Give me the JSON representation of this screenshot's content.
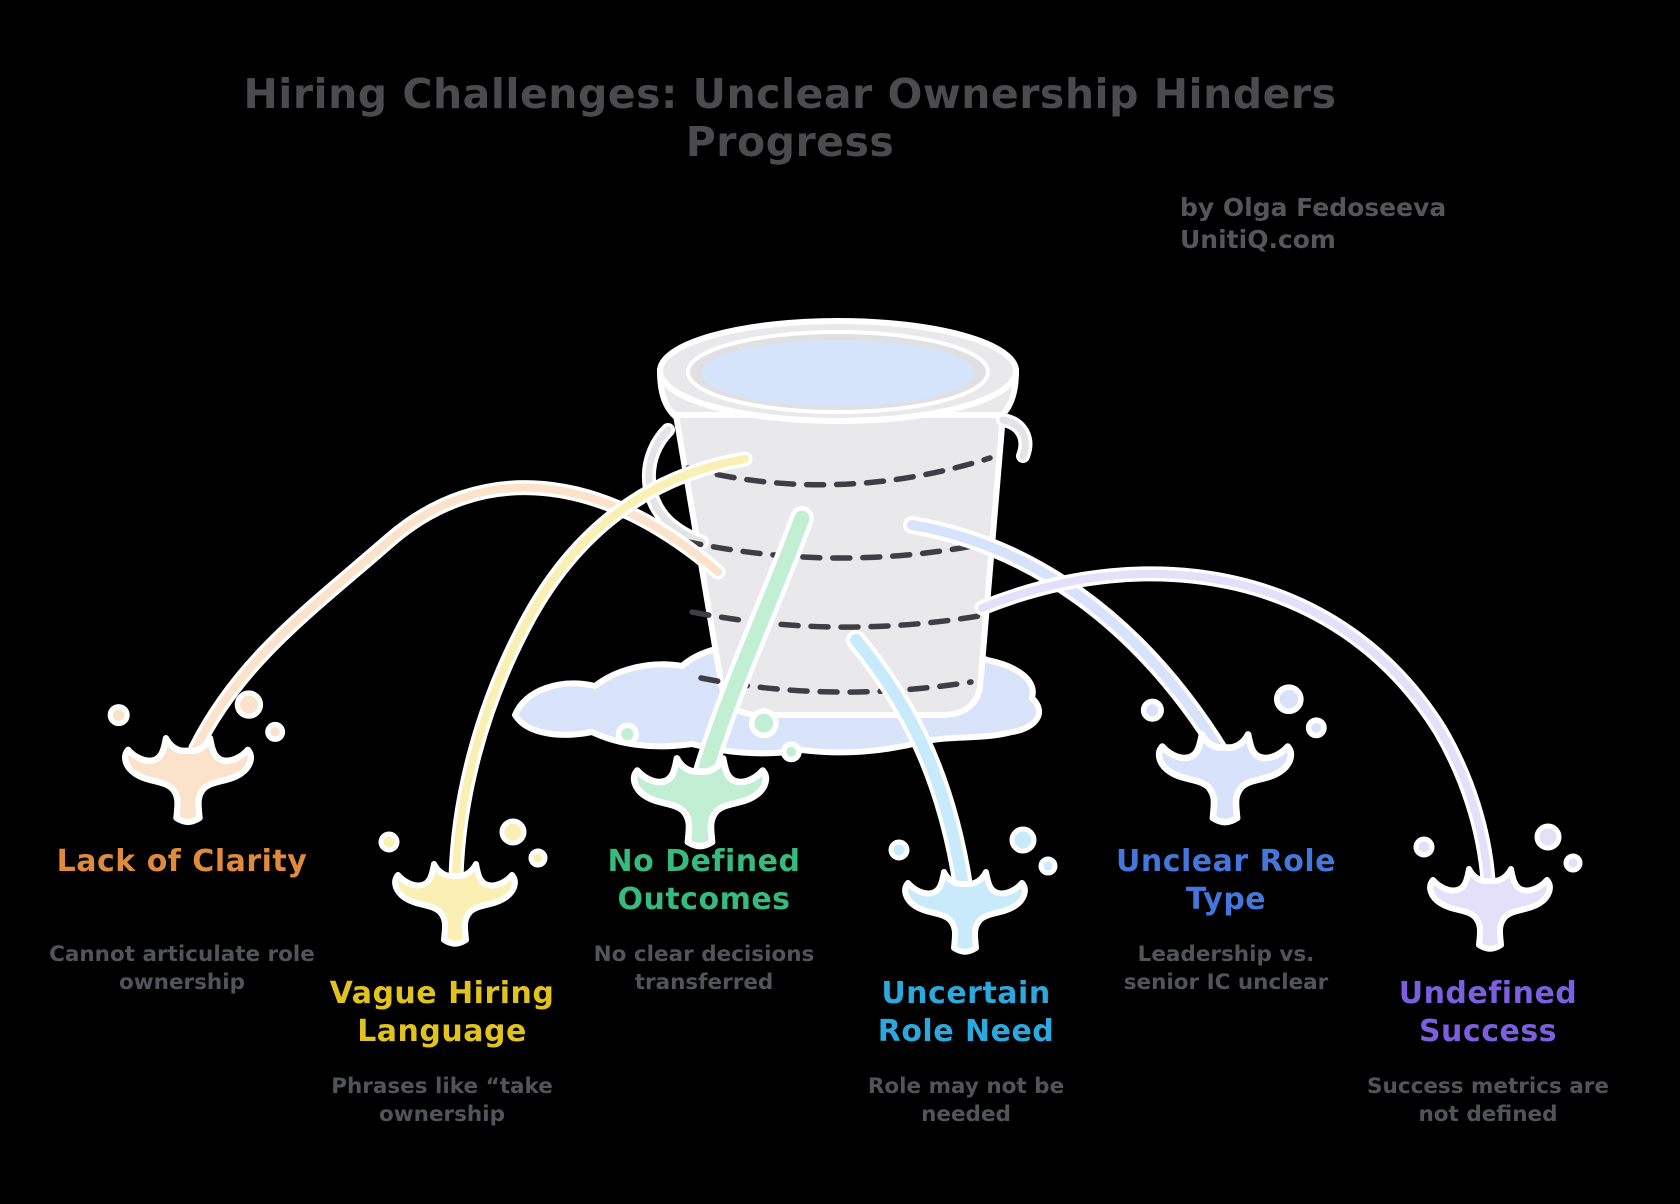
{
  "title": "Hiring Challenges: Unclear Ownership Hinders Progress",
  "attribution": {
    "line1": "by Olga Fedoseeva",
    "line2": "UnitiQ.com"
  },
  "palette": {
    "background": "#000000",
    "title_color": "#4B4B4E",
    "attribution_color": "#55555A",
    "subtext_color": "#53545A",
    "outline": "#FFFFFF",
    "bucket_fill": "#E9E9EB",
    "bucket_rim_inner_fill": "#E0E0E3",
    "water_fill": "#D5E4FB",
    "puddle_fill": "#D9E4FA",
    "dash_color": "#3E3E44"
  },
  "challenges": [
    {
      "id": "lack-of-clarity",
      "label": "Lack of Clarity",
      "description": "Cannot articulate role ownership",
      "color": "#E08B3B",
      "stream_color": "#FBE2CB"
    },
    {
      "id": "vague-hiring-language",
      "label": "Vague Hiring Language",
      "description": "Phrases like “take ownership",
      "color": "#E2C31D",
      "stream_color": "#FAF0B3"
    },
    {
      "id": "no-defined-outcomes",
      "label": "No Defined Outcomes",
      "description": "No clear decisions transferred",
      "color": "#36BA7D",
      "stream_color": "#C2EED3"
    },
    {
      "id": "uncertain-role-need",
      "label": "Uncertain Role Need",
      "description": "Role may not be needed",
      "color": "#2BA9DE",
      "stream_color": "#C9EAFB"
    },
    {
      "id": "unclear-role-type",
      "label": "Unclear Role Type",
      "description": "Leadership vs. senior IC unclear",
      "color": "#4377DB",
      "stream_color": "#D8E3FB"
    },
    {
      "id": "undefined-success",
      "label": "Undefined Success",
      "description": "Success metrics are not defined",
      "color": "#7A60DE",
      "stream_color": "#E4E0F9"
    }
  ]
}
